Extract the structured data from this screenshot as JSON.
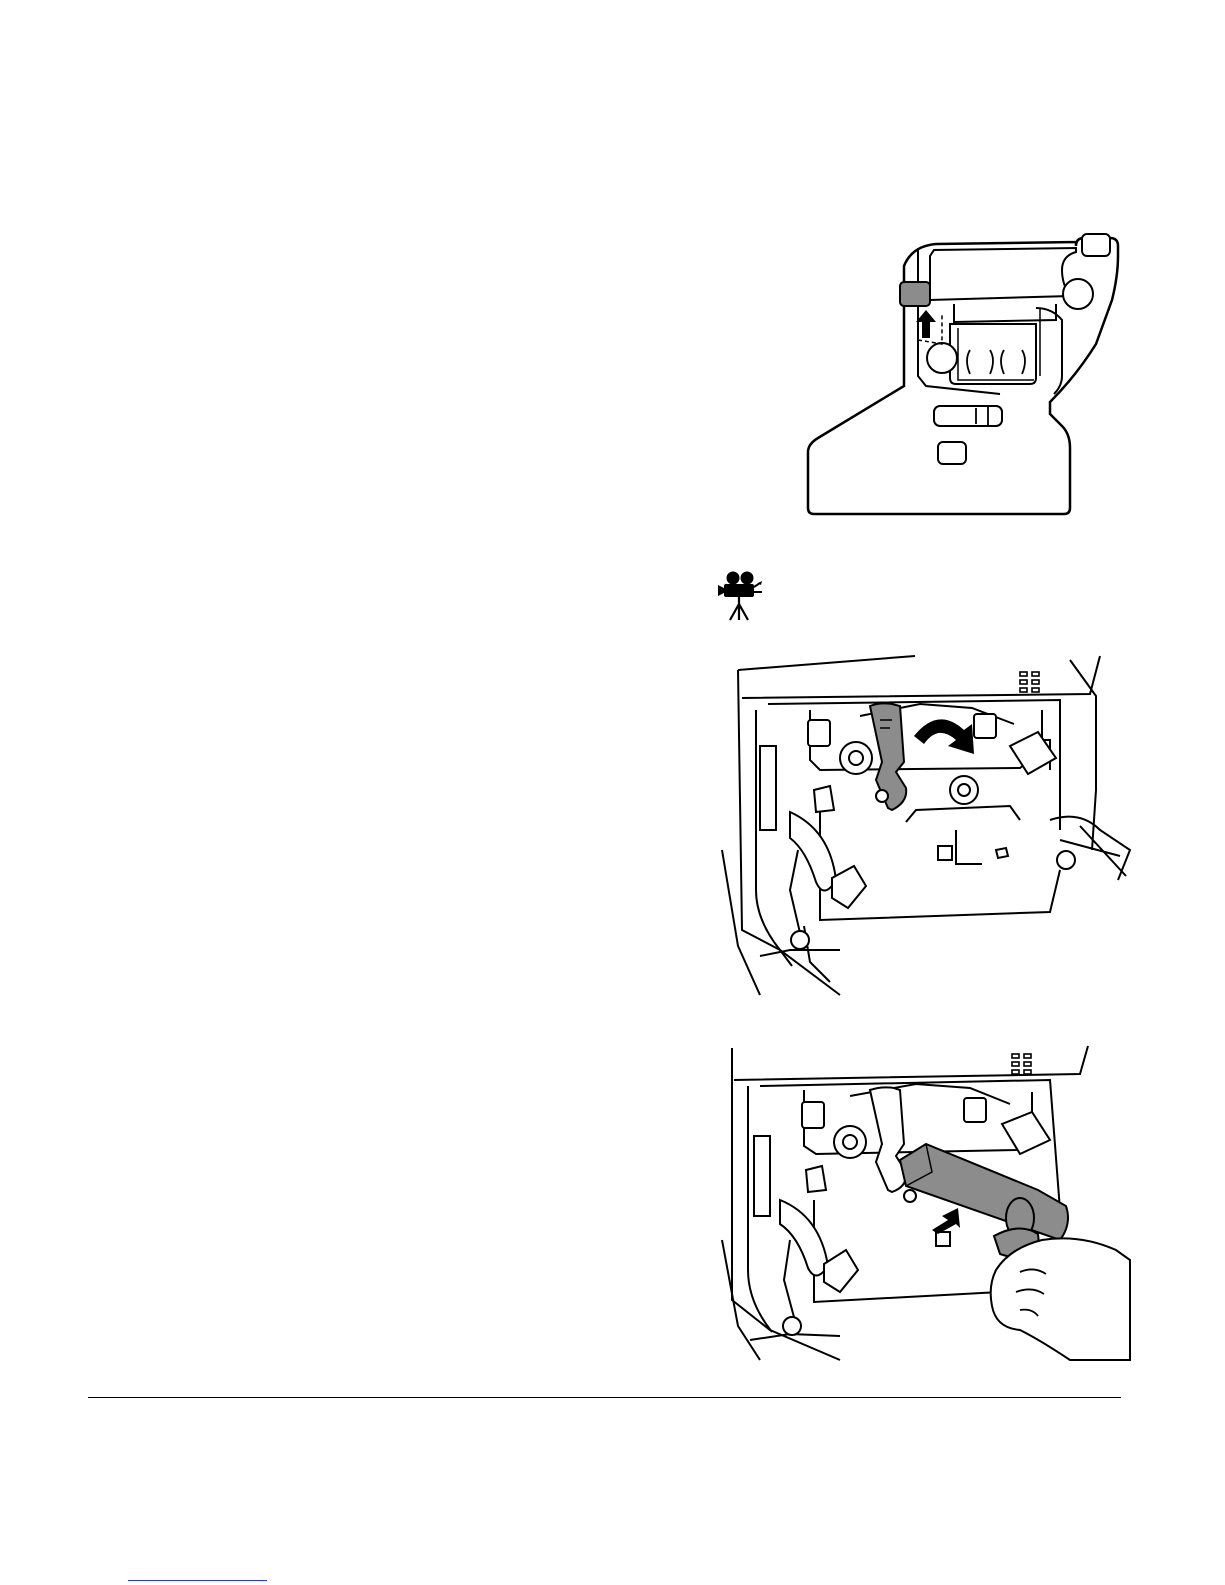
{
  "page": {
    "figures": [
      {
        "name": "panel-diagram",
        "icon": "upward-arrow-icon"
      },
      {
        "name": "video-available",
        "icon": "video-camera-icon"
      },
      {
        "name": "lever-illustration",
        "icon": "curved-arrow-icon"
      },
      {
        "name": "drum-removal-illustration",
        "icon": "pull-arrow-icon"
      }
    ],
    "colors": {
      "line": "#000000",
      "shaded_part": "#8c8c8c",
      "link_underline": "#2a3adb"
    }
  }
}
